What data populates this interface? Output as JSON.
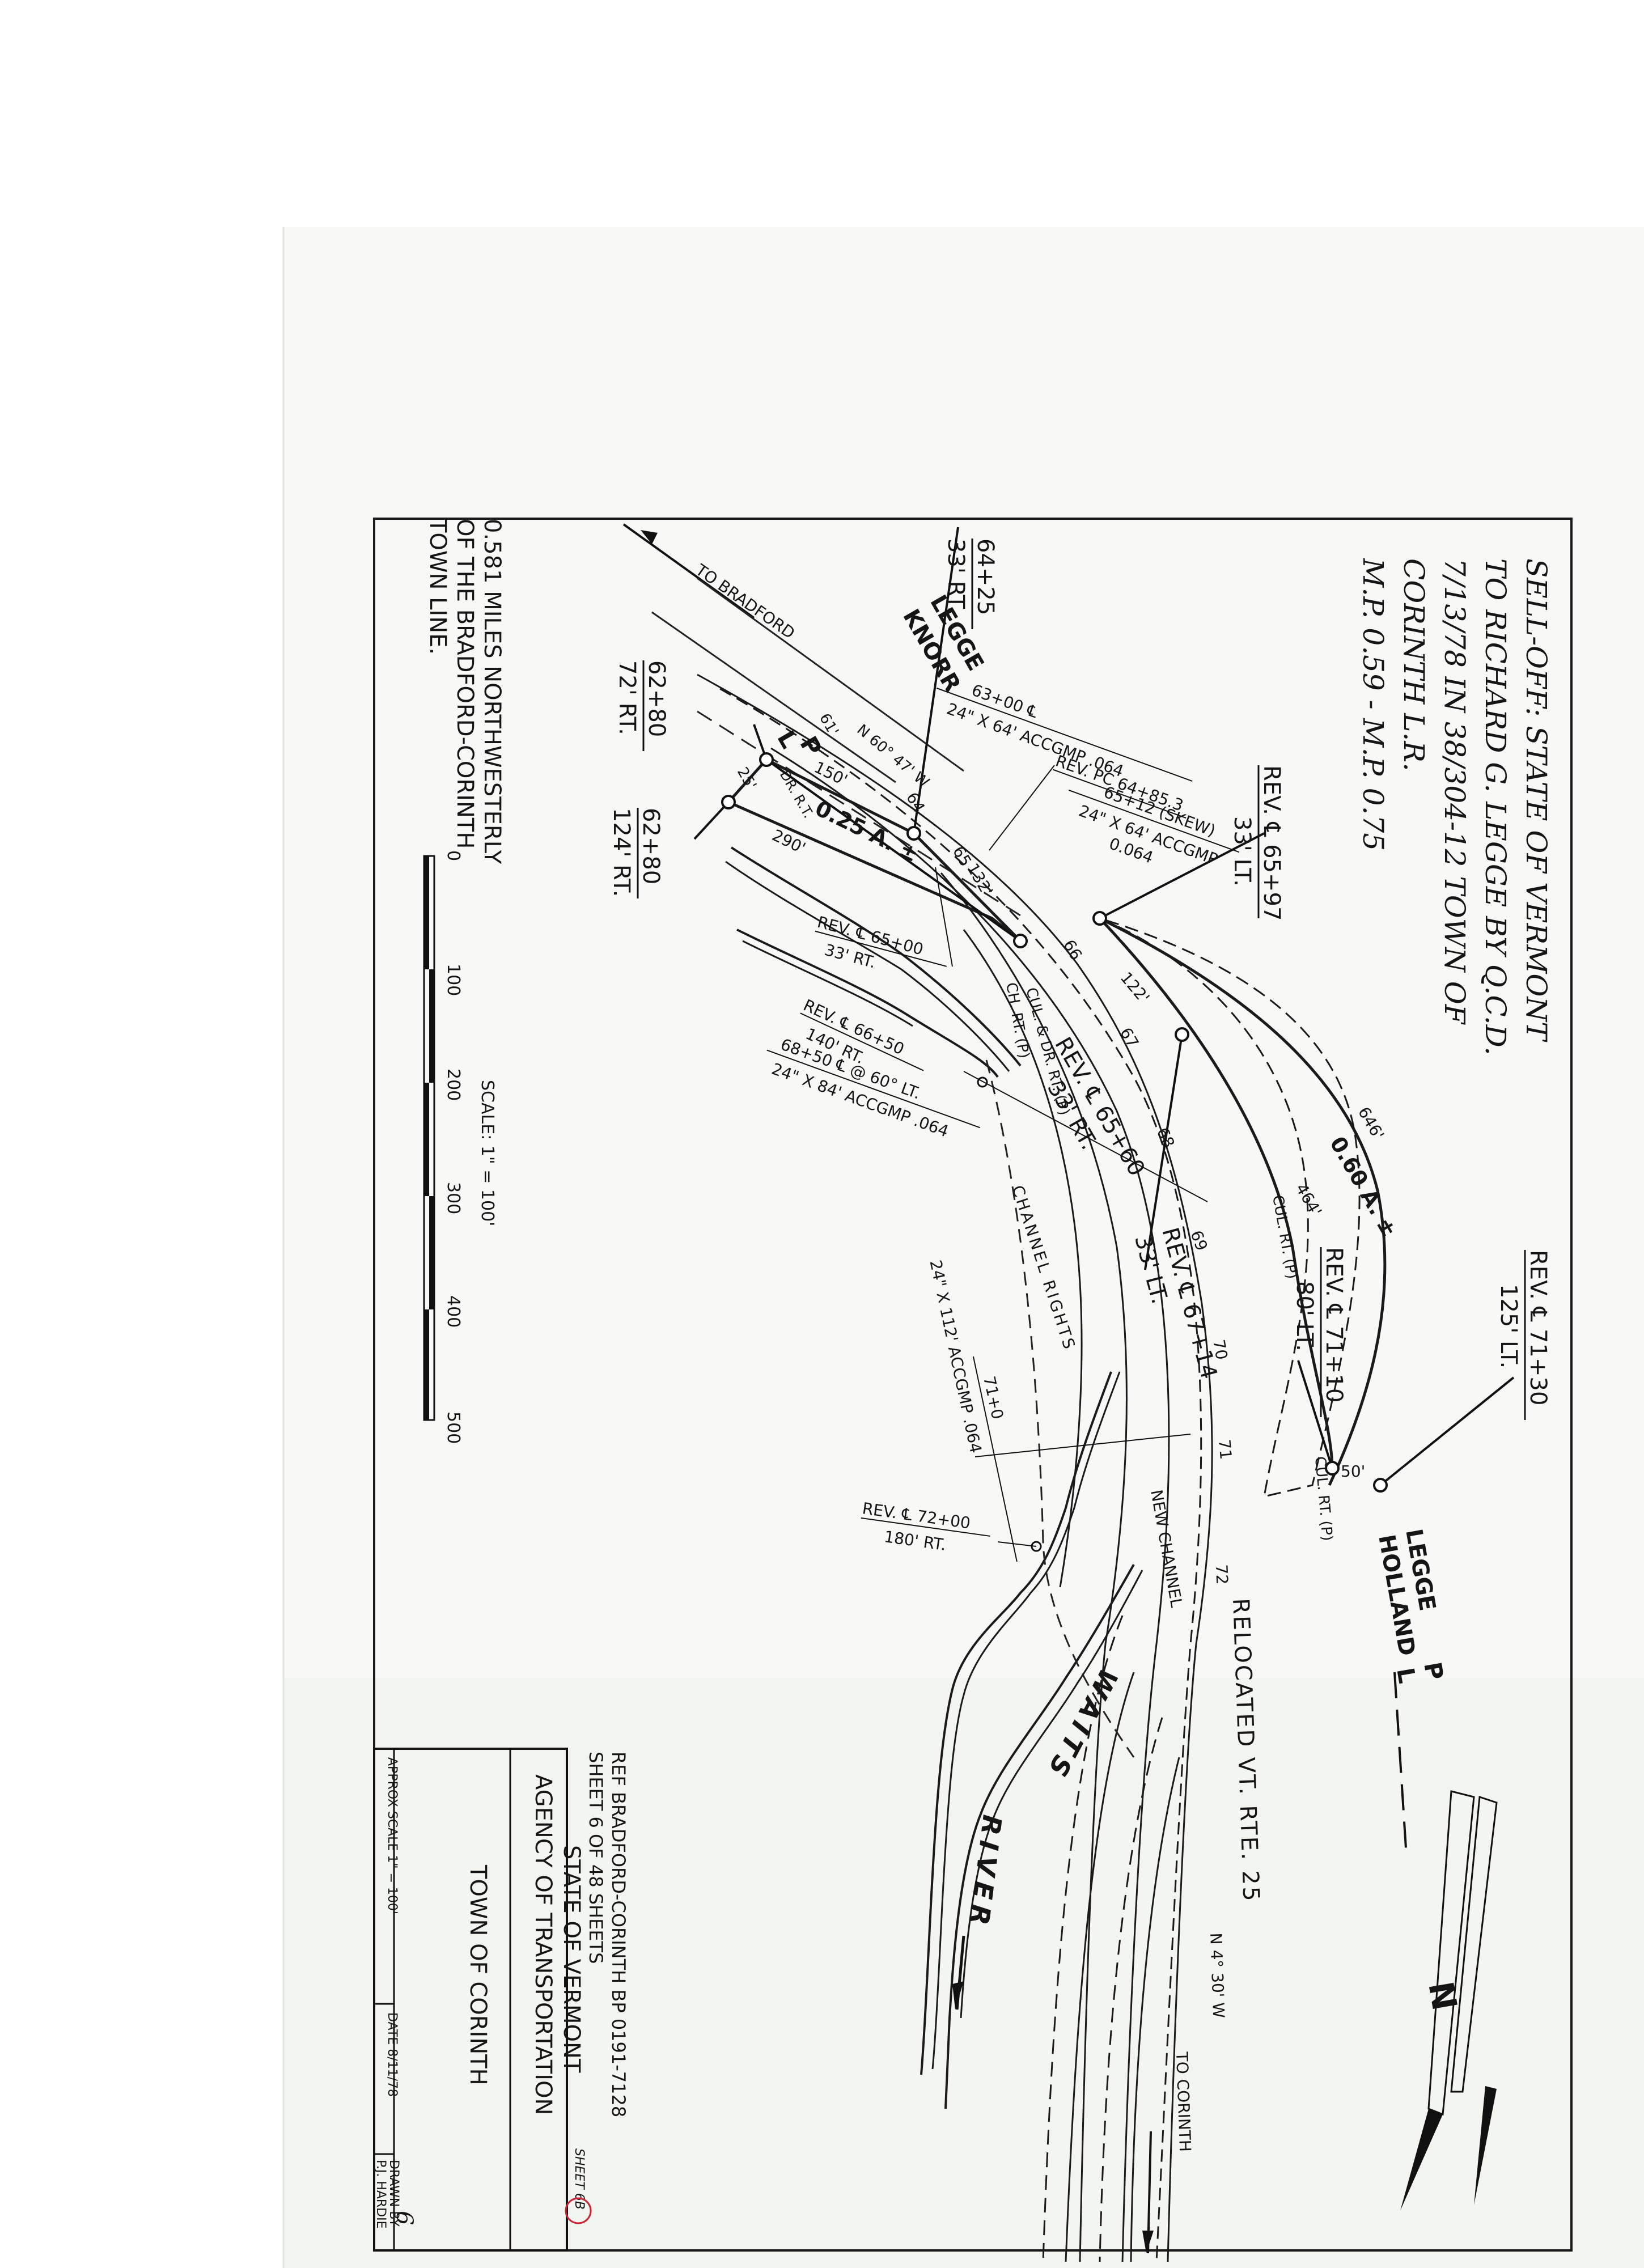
{
  "header_note": {
    "lines": [
      "SELL-OFF: STATE OF VERMONT",
      "TO RICHARD G. LEGGE BY Q.C.D.",
      "7/13/78 IN 38/304-12 TOWN OF",
      "CORINTH L.R.",
      "M.P. 0.59 - M.P. 0.75"
    ]
  },
  "map": {
    "road_label": "RELOCATED VT. RTE. 25",
    "bearing_road": "N 4° 30' W",
    "to_corinth": "TO CORINTH",
    "to_bradford": "TO BRADFORD",
    "river_words": [
      "WAITS",
      "RIVER"
    ],
    "new_channel": "NEW CHANNEL",
    "channel_rights": "CHANNEL   RIGHTS",
    "north_symbol": "N",
    "parcels": [
      {
        "area": "0.25 A. ±",
        "dims": [
          "150'",
          "290'",
          "132'",
          "25'",
          "61'"
        ],
        "bearing": "N 60° 47' W"
      },
      {
        "area": "0.60 A. ±",
        "dims": [
          "646'",
          "464'",
          "122'",
          "50'"
        ]
      }
    ],
    "owners": [
      {
        "name_lines": [
          "LEGGE",
          "KNORR"
        ],
        "mark_lines": [
          "P",
          "L"
        ]
      },
      {
        "name_lines": [
          "LEGGE",
          "HOLLAND"
        ],
        "mark_lines": [
          "P",
          "L"
        ]
      }
    ],
    "stations": [
      {
        "station": "REV. ℄ 65+97",
        "offset": "33' LT."
      },
      {
        "station": "64+25",
        "offset": "33' RT."
      },
      {
        "station": "62+80",
        "offset": "72' RT."
      },
      {
        "station": "62+80",
        "offset": "124' RT."
      },
      {
        "station": "REV. ℄ 65+00",
        "offset": "33' RT."
      },
      {
        "station": "REV. ℄ 66+50",
        "offset": "140' RT."
      },
      {
        "station": "REV. ℄ 65+60",
        "offset": "33' RT."
      },
      {
        "station": "REV. ℄ 67+14",
        "offset": "33' LT."
      },
      {
        "station": "REV. ℄ 71+10",
        "offset": "80' LT."
      },
      {
        "station": "REV. ℄ 71+30",
        "offset": "125' LT."
      },
      {
        "station": "REV. ℄ 72+00",
        "offset": "180' RT."
      }
    ],
    "culverts": [
      {
        "station": "63+00 ℄",
        "size": "24\" X 64' ACCGMP .064"
      },
      {
        "station": "65+12 (SKEW)",
        "size": "24\" X 64' ACCGMP",
        "gauge": "0.064"
      },
      {
        "station": "68+50 ℄ @ 60° LT.",
        "size": "24\" X 84' ACCGMP .064"
      },
      {
        "station": "71+0",
        "size": "24\" X 112' ACCGMP .064"
      }
    ],
    "rev_pc": "REV. PC 64+85.3",
    "small_labels": [
      "DR. R.T.",
      "CUL. & DR. RT. (P)",
      "CH. RT. (P)",
      "CUL. RT. (P)",
      "CUL. RT. (P)"
    ],
    "station_ticks": [
      "64",
      "65",
      "66",
      "67",
      "68",
      "69",
      "70",
      "71",
      "72"
    ],
    "distance_note": [
      "0.581 MILES NORTHWESTERLY",
      "OF THE BRADFORD-CORINTH",
      "TOWN LINE."
    ],
    "scale_bar": {
      "ticks": [
        "0",
        "100",
        "200",
        "300",
        "400",
        "500"
      ],
      "label": "SCALE: 1\" = 100'"
    }
  },
  "title_block": {
    "ref": "REF BRADFORD-CORINTH BP 0191-7128",
    "sheet": "SHEET 6 OF 48 SHEETS",
    "sheet_stamp": "SHEET 6B",
    "state": "STATE OF VERMONT",
    "agency": "AGENCY OF TRANSPORTATION",
    "town": "TOWN OF CORINTH",
    "approx_scale": "APPROX SCALE 1\" = 100'",
    "date": "DATE 8/11/78",
    "drawn_by": "DRAWN BY",
    "drafter": "P.J. HARDIE",
    "handwritten_num": "6"
  }
}
